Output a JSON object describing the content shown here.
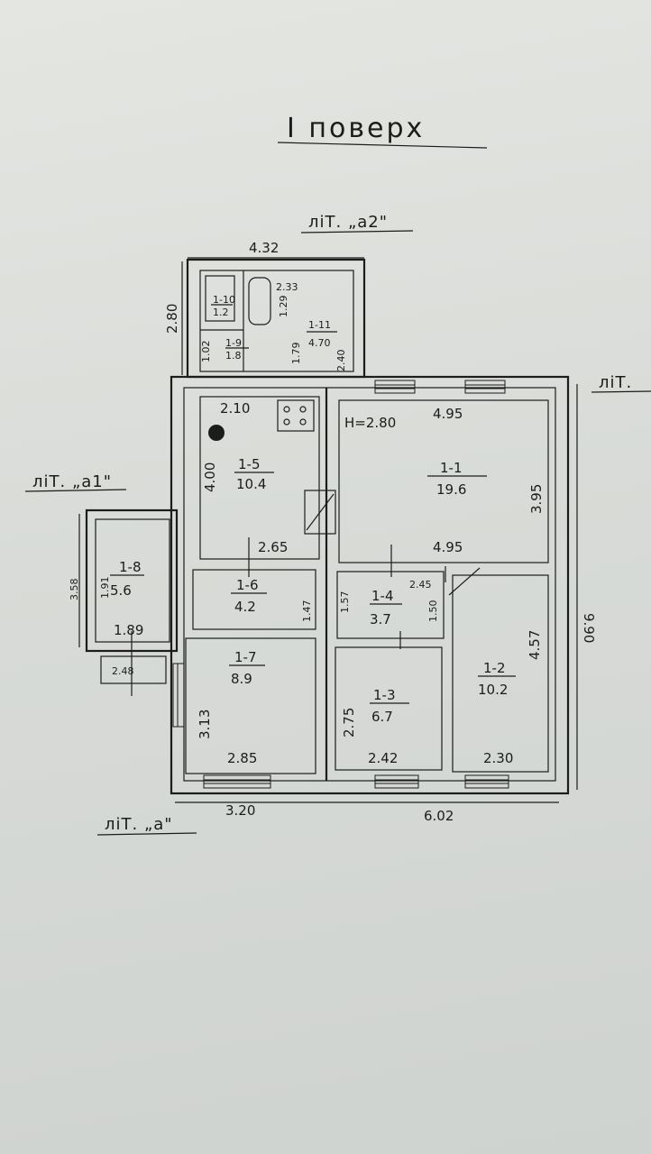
{
  "title": "I поверх",
  "lit_labels": {
    "a2": "ліТ. „а2\"",
    "a1": "ліТ. „а1\"",
    "a": "ліТ. „а\"",
    "right": "ліТ."
  },
  "rooms": [
    {
      "id": "1-1",
      "area": "19.6"
    },
    {
      "id": "1-2",
      "area": "10.2"
    },
    {
      "id": "1-3",
      "area": "6.7"
    },
    {
      "id": "1-4",
      "area": "3.7"
    },
    {
      "id": "1-5",
      "area": "10.4"
    },
    {
      "id": "1-6",
      "area": "4.2"
    },
    {
      "id": "1-7",
      "area": "8.9"
    },
    {
      "id": "1-8",
      "area": "5.6"
    },
    {
      "id": "1-9",
      "area": "1.8"
    },
    {
      "id": "1-10",
      "area": "1.2"
    },
    {
      "id": "1-11",
      "area": "4.70"
    }
  ],
  "dimensions": {
    "top_432": "4.32",
    "left_280": "2.80",
    "d233": "2.33",
    "d129": "1.29",
    "d102": "1.02",
    "d179": "1.79",
    "d240": "2.40",
    "d210": "2.10",
    "height": "Н=2.80",
    "d495_top": "4.95",
    "d495_bottom": "4.95",
    "d395": "3.95",
    "d400": "4.00",
    "d265": "2.65",
    "d990": "9.90",
    "d245": "2.45",
    "d147": "1.47",
    "d157": "1.57",
    "d150": "1.50",
    "d457": "4.57",
    "d358": "3.58",
    "d191": "1.91",
    "d189": "1.89",
    "d248": "2.48",
    "d313": "3.13",
    "d285": "2.85",
    "d275": "2.75",
    "d242": "2.42",
    "d230": "2.30",
    "d320": "3.20",
    "d602": "6.02"
  }
}
